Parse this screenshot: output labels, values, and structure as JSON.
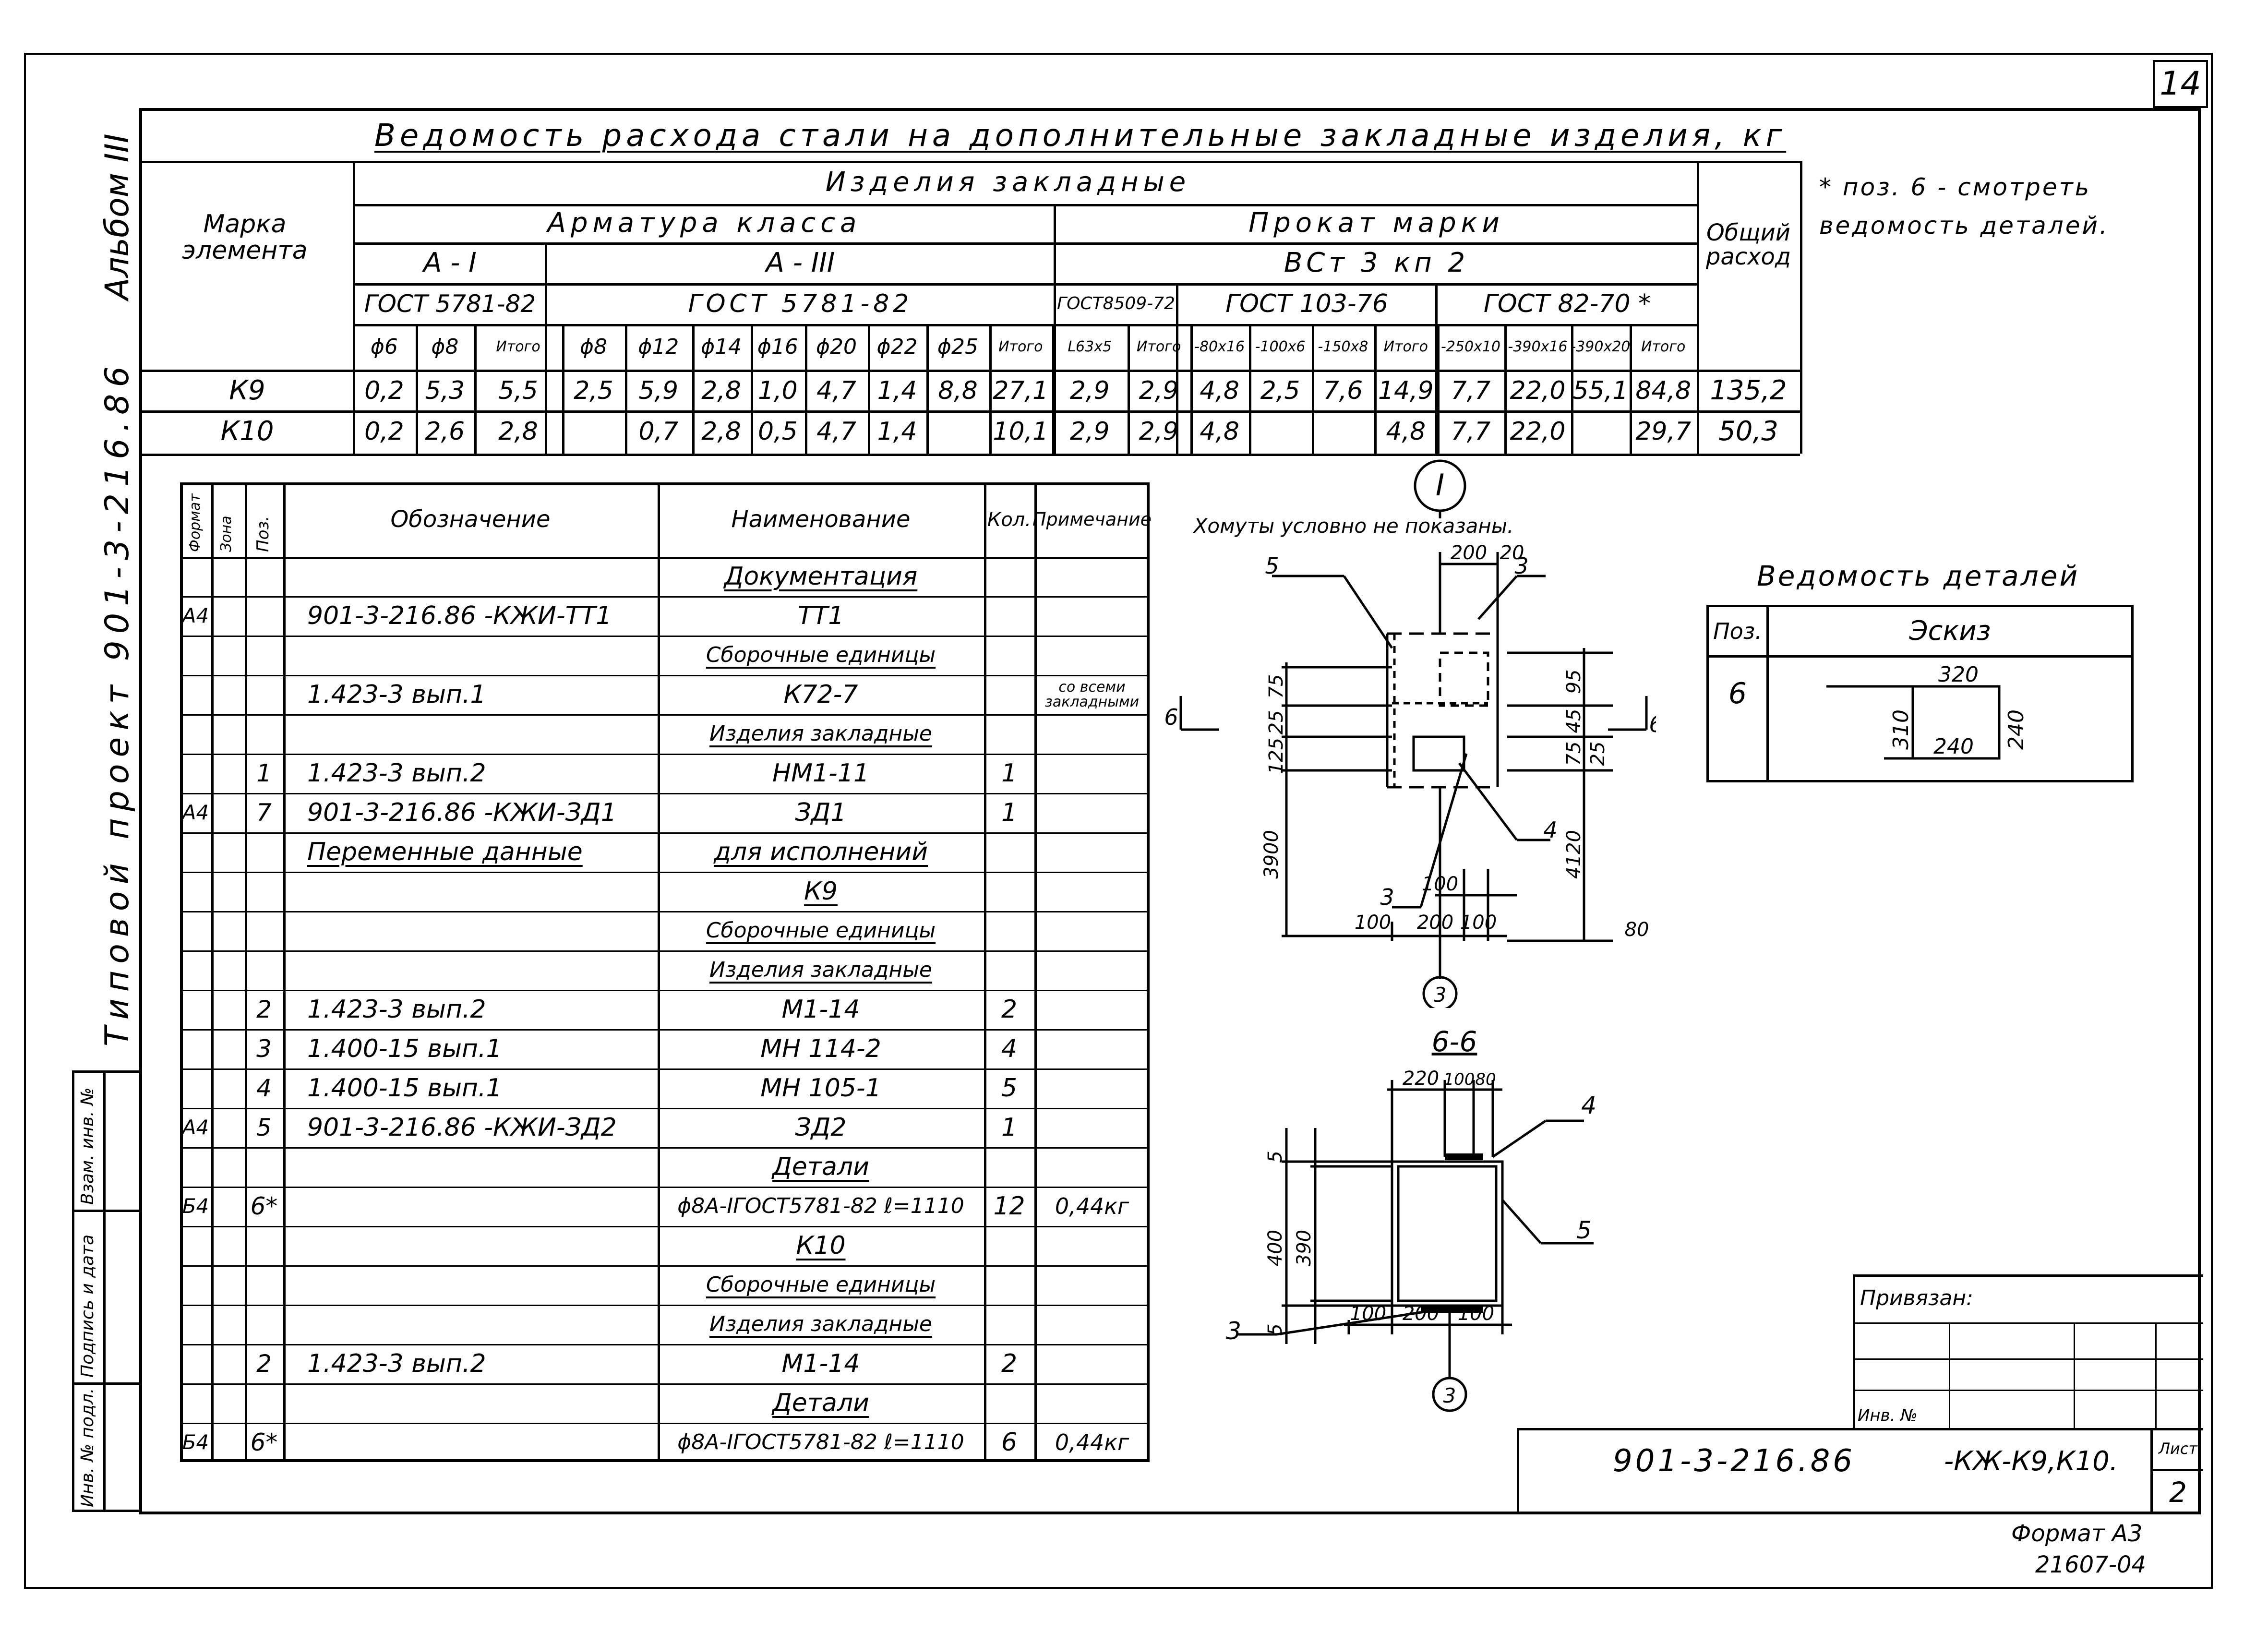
{
  "sheet_number": "14",
  "top_table": {
    "title": "Ведомость расхода стали на дополнительные закладные изделия, кг",
    "col_mark": "Марка элемента",
    "col_group": "Изделия закладные",
    "col_armature": "Арматура класса",
    "col_prokat": "Прокат марки",
    "col_total": "Общий расход",
    "class_ai": "А - I",
    "class_aiii": "А - III",
    "steel": "ВСт 3 кп 2",
    "gost_ai": "ГОСТ 5781-82",
    "gost_aiii": "ГОСТ 5781-82",
    "gost_8509": "ГОСТ8509-72",
    "gost_103": "ГОСТ 103-76",
    "gost_82": "ГОСТ 82-70 *",
    "subheaders": [
      "ϕ6",
      "ϕ8",
      "Итого",
      "ϕ8",
      "ϕ12",
      "ϕ14",
      "ϕ16",
      "ϕ20",
      "ϕ22",
      "ϕ25",
      "Итого",
      "L63x5",
      "Итого",
      "-80x16",
      "-100x6",
      "-150x8",
      "Итого",
      "-250x10",
      "-390x16",
      "-390x20",
      "Итого"
    ],
    "rows": [
      {
        "mark": "К9",
        "values": [
          "0,2",
          "5,3",
          "5,5",
          "2,5",
          "5,9",
          "2,8",
          "1,0",
          "4,7",
          "1,4",
          "8,8",
          "27,1",
          "2,9",
          "2,9",
          "4,8",
          "2,5",
          "7,6",
          "14,9",
          "7,7",
          "22,0",
          "55,1",
          "84,8"
        ],
        "total": "135,2"
      },
      {
        "mark": "К10",
        "values": [
          "0,2",
          "2,6",
          "2,8",
          "",
          "0,7",
          "2,8",
          "0,5",
          "4,7",
          "1,4",
          "",
          "10,1",
          "2,9",
          "2,9",
          "4,8",
          "",
          "",
          "4,8",
          "7,7",
          "22,0",
          "",
          "29,7"
        ],
        "total": "50,3"
      }
    ]
  },
  "footnote": "* поз. 6 - смотреть ведомость деталей.",
  "left_margin": {
    "album": "Альбом III",
    "project": "Типовой проект 901-3-216.86",
    "stamp_1": "Инв. № подл.",
    "stamp_2": "Подпись и дата",
    "stamp_3": "Взам. инв. №"
  },
  "spec_table": {
    "headers": {
      "format": "Формат",
      "zone": "Зона",
      "pos": "Поз.",
      "designation": "Обозначение",
      "name": "Наименование",
      "qty": "Кол.",
      "note": "Примечание"
    },
    "rows": [
      {
        "format": "",
        "pos": "",
        "designation": "",
        "name": "Документация",
        "qty": "",
        "note": "",
        "heading": true
      },
      {
        "format": "А4",
        "pos": "",
        "designation": "901-3-216.86 -КЖИ-ТТ1",
        "name": "ТТ1",
        "qty": "",
        "note": ""
      },
      {
        "format": "",
        "pos": "",
        "designation": "",
        "name": "Сборочные единицы",
        "qty": "",
        "note": "",
        "heading": true
      },
      {
        "format": "",
        "pos": "",
        "designation": "1.423-3 вып.1",
        "name": "К72-7",
        "qty": "",
        "note": "со всеми закладными"
      },
      {
        "format": "",
        "pos": "",
        "designation": "",
        "name": "Изделия закладные",
        "qty": "",
        "note": "",
        "heading": true
      },
      {
        "format": "",
        "pos": "1",
        "designation": "1.423-3 вып.2",
        "name": "НМ1-11",
        "qty": "1",
        "note": ""
      },
      {
        "format": "А4",
        "pos": "7",
        "designation": "901-3-216.86 -КЖИ-ЗД1",
        "name": "ЗД1",
        "qty": "1",
        "note": ""
      },
      {
        "format": "",
        "pos": "",
        "designation": "Переменные данные",
        "name": "для исполнений",
        "qty": "",
        "note": "",
        "heading": true
      },
      {
        "format": "",
        "pos": "",
        "designation": "",
        "name": "К9",
        "qty": "",
        "note": "",
        "heading": true
      },
      {
        "format": "",
        "pos": "",
        "designation": "",
        "name": "Сборочные единицы",
        "qty": "",
        "note": "",
        "heading": true
      },
      {
        "format": "",
        "pos": "",
        "designation": "",
        "name": "Изделия закладные",
        "qty": "",
        "note": "",
        "heading": true
      },
      {
        "format": "",
        "pos": "2",
        "designation": "1.423-3 вып.2",
        "name": "М1-14",
        "qty": "2",
        "note": ""
      },
      {
        "format": "",
        "pos": "3",
        "designation": "1.400-15 вып.1",
        "name": "МН 114-2",
        "qty": "4",
        "note": ""
      },
      {
        "format": "",
        "pos": "4",
        "designation": "1.400-15 вып.1",
        "name": "МН 105-1",
        "qty": "5",
        "note": ""
      },
      {
        "format": "А4",
        "pos": "5",
        "designation": "901-3-216.86 -КЖИ-ЗД2",
        "name": "ЗД2",
        "qty": "1",
        "note": ""
      },
      {
        "format": "",
        "pos": "",
        "designation": "",
        "name": "Детали",
        "qty": "",
        "note": "",
        "heading": true
      },
      {
        "format": "Б4",
        "pos": "6*",
        "designation": "",
        "name": "ϕ8А-IГОСТ5781-82 ℓ=1110",
        "qty": "12",
        "note": "0,44кг"
      },
      {
        "format": "",
        "pos": "",
        "designation": "",
        "name": "К10",
        "qty": "",
        "note": "",
        "heading": true
      },
      {
        "format": "",
        "pos": "",
        "designation": "",
        "name": "Сборочные единицы",
        "qty": "",
        "note": "",
        "heading": true
      },
      {
        "format": "",
        "pos": "",
        "designation": "",
        "name": "Изделия закладные",
        "qty": "",
        "note": "",
        "heading": true
      },
      {
        "format": "",
        "pos": "2",
        "designation": "1.423-3 вып.2",
        "name": "М1-14",
        "qty": "2",
        "note": ""
      },
      {
        "format": "",
        "pos": "",
        "designation": "",
        "name": "Детали",
        "qty": "",
        "note": "",
        "heading": true
      },
      {
        "format": "Б4",
        "pos": "6*",
        "designation": "",
        "name": "ϕ8А-IГОСТ5781-82 ℓ=1110",
        "qty": "6",
        "note": "0,44кг"
      }
    ]
  },
  "drawing_plan": {
    "marker": "I",
    "note": "Хомуты условно не показаны.",
    "section_mark": "6",
    "axis": "3",
    "labels": {
      "p5": "5",
      "p3a": "3",
      "p3b": "3",
      "p4": "4"
    },
    "dims": {
      "d200": "200",
      "d20": "20",
      "d75a": "75",
      "d95": "95",
      "d25a": "25",
      "d45": "45",
      "d125": "125",
      "d75b": "75",
      "d25b": "25",
      "d3900": "3900",
      "d4120": "4120",
      "d100a": "100",
      "d80": "80",
      "d100b": "100",
      "d200b": "200",
      "d100c": "100"
    }
  },
  "drawing_section": {
    "title": "6-6",
    "axis": "3",
    "labels": {
      "p4": "4",
      "p5": "5",
      "p3": "3"
    },
    "dims": {
      "d220": "220",
      "d100": "100",
      "d80": "80",
      "d5a": "5",
      "d400": "400",
      "d390": "390",
      "d5b": "5",
      "d100a": "100",
      "d200": "200",
      "d100b": "100"
    }
  },
  "details_table": {
    "title": "Ведомость деталей",
    "col_pos": "Поз.",
    "col_sketch": "Эскиз",
    "pos": "6",
    "dim_top": "320",
    "dim_left": "310",
    "dim_bottom": "240",
    "dim_right": "240"
  },
  "title_block": {
    "privyazan": "Привязан:",
    "inv": "Инв. №",
    "code": "901-3-216.86",
    "suffix": "-КЖ-К9,К10.",
    "sheet_label": "Лист",
    "sheet": "2"
  },
  "format": "Формат А3",
  "archive_number": "21607-04"
}
